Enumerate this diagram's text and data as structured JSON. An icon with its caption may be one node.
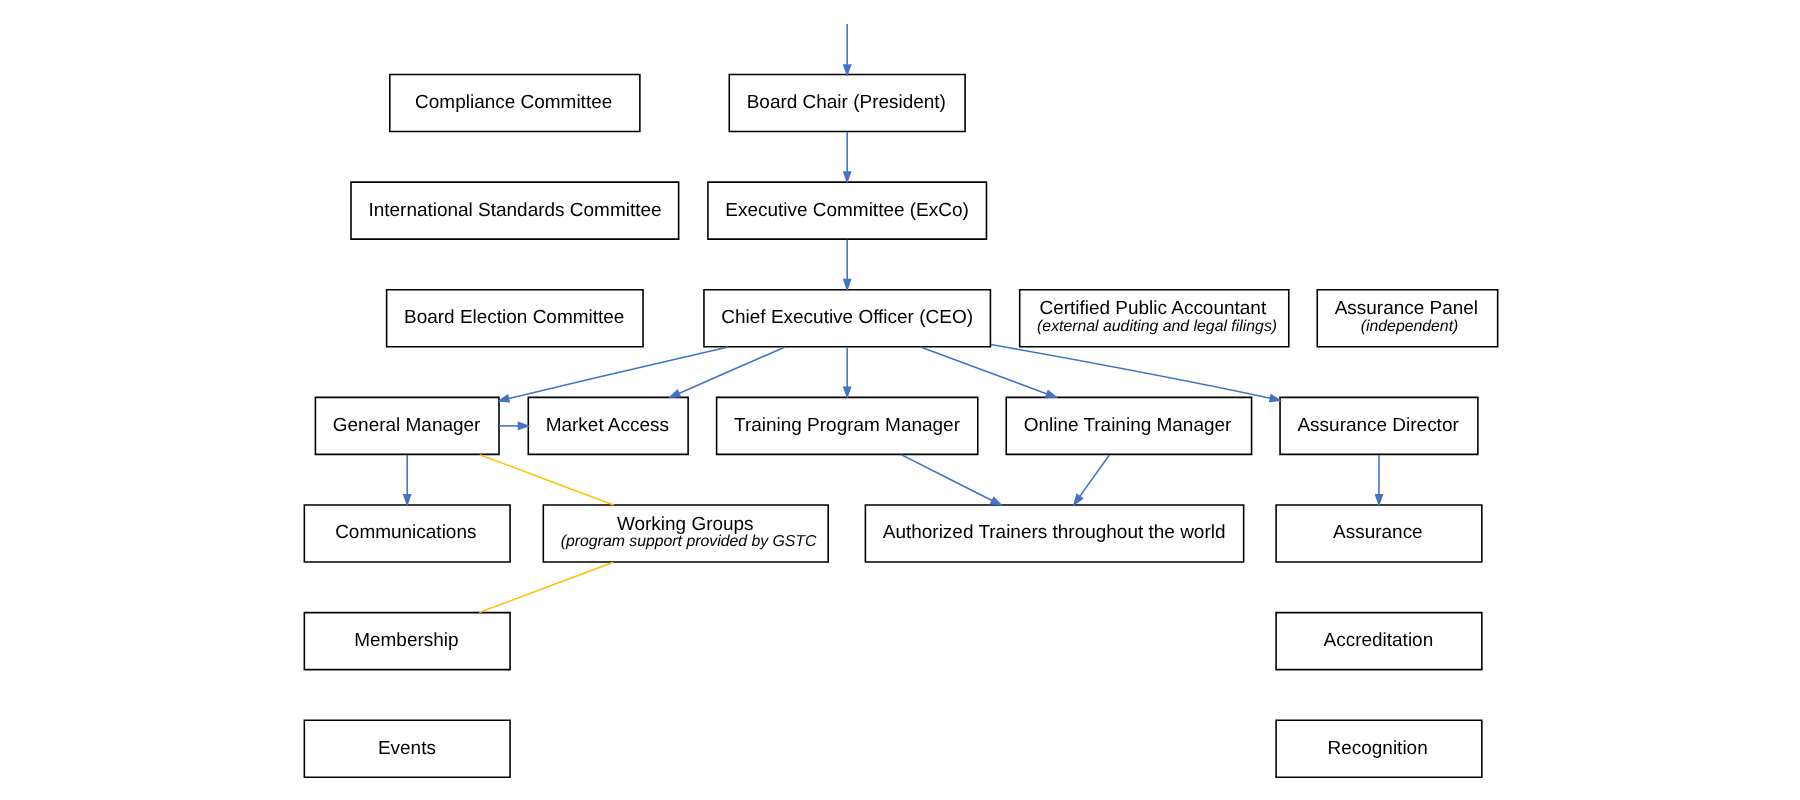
{
  "diagram": {
    "nodes": [
      {
        "text": [
          "Compliance Committee"
        ]
      },
      {
        "text": [
          "International Standards Committee"
        ]
      },
      {
        "text": [
          "Board Election Committee"
        ]
      },
      {
        "text": [
          "Board Chair (President)"
        ]
      },
      {
        "text": [
          "Executive Committee (ExCo)"
        ]
      },
      {
        "text": [
          "Chief Executive Officer (CEO)"
        ]
      },
      {
        "text": [
          "Certified Public Accountant",
          "(external auditing and legal filings)"
        ]
      },
      {
        "text": [
          "Assurance Panel",
          "(independent)"
        ]
      },
      {
        "text": [
          "Market Access"
        ]
      },
      {
        "text": [
          "General Manager"
        ]
      },
      {
        "text": [
          "Training Program Manager"
        ]
      },
      {
        "text": [
          "Online Training Manager"
        ]
      },
      {
        "text": [
          "Assurance Director"
        ]
      },
      {
        "text": [
          "Communications"
        ]
      },
      {
        "text": [
          "Membership"
        ]
      },
      {
        "text": [
          "Events"
        ]
      },
      {
        "text": [
          "Working Groups",
          "(program support provided by GSTC"
        ]
      },
      {
        "text": [
          "Authorized Trainers throughout the world"
        ]
      },
      {
        "text": [
          "Assurance"
        ]
      },
      {
        "text": [
          "Accreditation"
        ]
      },
      {
        "text": [
          "Recognition"
        ]
      }
    ],
    "edges": [
      {
        "from": null,
        "to": 3,
        "arrow": "to"
      },
      {
        "from": 3,
        "to": 4,
        "arrow": "to"
      },
      {
        "from": 4,
        "to": 5,
        "arrow": "to"
      },
      {
        "from": 5,
        "to": 8,
        "arrow": "to"
      },
      {
        "from": 5,
        "to": 9,
        "arrow": "to"
      },
      {
        "from": 5,
        "to": 10,
        "arrow": "to"
      },
      {
        "from": 5,
        "to": 11,
        "arrow": "to"
      },
      {
        "from": 5,
        "to": 12,
        "arrow": "to"
      },
      {
        "from": 9,
        "to": 8,
        "arrow": "to"
      },
      {
        "from": 9,
        "to": 13,
        "arrow": "to"
      },
      {
        "from": 10,
        "to": 17,
        "arrow": "to"
      },
      {
        "from": 11,
        "to": 17,
        "arrow": "to"
      },
      {
        "from": 12,
        "to": 18,
        "arrow": "to"
      },
      {
        "from": 9,
        "to": 16,
        "arrow": "none",
        "color": "#ffc000"
      },
      {
        "from": 14,
        "to": 16,
        "arrow": "none",
        "color": "#ffc000"
      }
    ]
  }
}
